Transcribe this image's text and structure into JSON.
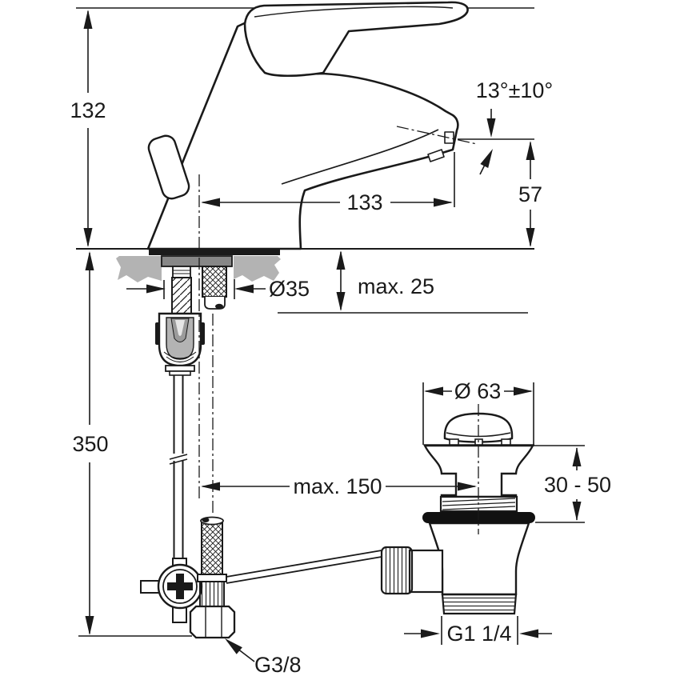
{
  "drawing": {
    "title": "Single-lever basin mixer with pop-up waste — installation dimension drawing"
  },
  "labels": {
    "overall_height": "132",
    "spout_angle": "13°±10°",
    "spout_reach": "133",
    "spout_height": "57",
    "hole_diameter": "Ø35",
    "deck_thickness": "max. 25",
    "hose_length": "350",
    "waste_cap_diameter": "Ø 63",
    "rod_reach": "max. 150",
    "waste_deck_range": "30 - 50",
    "waste_thread": "G1 1/4",
    "supply_thread": "G3/8"
  },
  "colors": {
    "line": "#1a1a1a",
    "counter_fill": "#b3b3b3",
    "flange_fill": "#878787",
    "fitting_inner": "#9b9b9b",
    "background": "#ffffff"
  }
}
